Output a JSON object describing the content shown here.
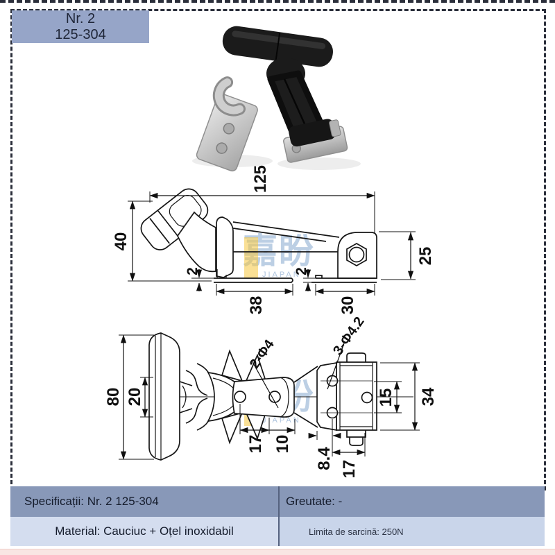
{
  "badge": {
    "line1": "Nr. 2",
    "line2": "125-304"
  },
  "watermark": {
    "text": "嘉盼",
    "subtext": "JIAPAN"
  },
  "side_view": {
    "dims": {
      "overall_length": "125",
      "overall_height": "40",
      "plate_thickness_left": "2",
      "plate_thickness_right": "2",
      "base_left": "38",
      "base_right": "30",
      "keeper_height": "25"
    }
  },
  "top_view": {
    "dims": {
      "handle_length": "80",
      "handle_width": "20",
      "body_holes": "2-Φ4",
      "hole_pitch_a": "17",
      "hole_edge": "10",
      "keeper_holes": "3-Φ4.2",
      "keeper_hole_pitch": "15",
      "keeper_width": "34",
      "keeper_edge": "8.4",
      "keeper_pitch_b": "17"
    }
  },
  "spec_table": {
    "specifications": "Specificații: Nr. 2 125-304",
    "weight": "Greutate: -",
    "material": "Material: Cauciuc + Oțel inoxidabil",
    "load_limit": "Limita de sarcină: 250N"
  },
  "colors": {
    "badge_bg": "#96a5c8",
    "table_header_bg": "#8898b8",
    "table_row_bg_left": "#d4ddef",
    "table_row_bg_right": "#c9d5ea",
    "table_divider": "#55627f",
    "dash_border": "#2b2f3b",
    "watermark_blue": "#a0bad8",
    "watermark_yellow": "#f6c63e",
    "pink_strip": "#f9e6e3",
    "line_color": "#141414"
  }
}
